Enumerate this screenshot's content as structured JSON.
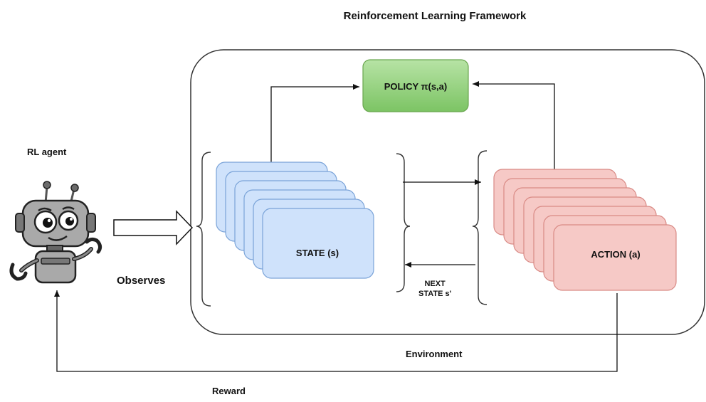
{
  "title": "Reinforcement Learning Framework",
  "agent": {
    "label": "RL agent",
    "icon": "robot-icon"
  },
  "policy": {
    "label": "POLICY π(s,a)",
    "color": "#8fd07a"
  },
  "state": {
    "label": "STATE (s)",
    "color": "#cfe2fb",
    "stroke": "#7aa3d8"
  },
  "action": {
    "label": "ACTION (a)",
    "color": "#f6c9c6",
    "stroke": "#d98a85"
  },
  "next_state": {
    "line1": "NEXT",
    "line2": "STATE s'"
  },
  "observes": "Observes",
  "environment": "Environment",
  "reward": "Reward"
}
